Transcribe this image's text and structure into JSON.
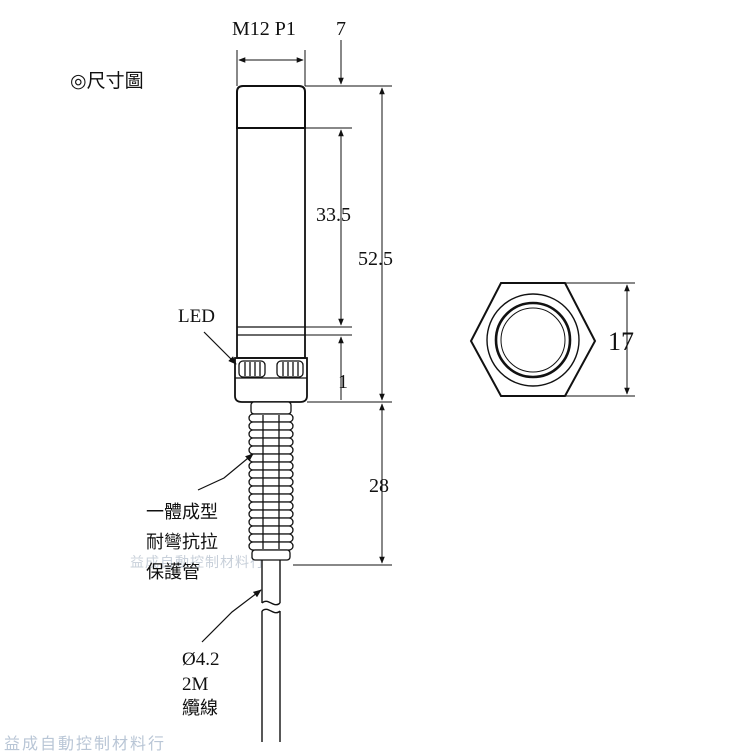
{
  "title": "◎尺寸圖",
  "dimensions": {
    "thread": "M12 P1",
    "nut_width": "7",
    "body_length": "33.5",
    "total_length": "52.5",
    "led_gap": "1",
    "protector_length": "28",
    "hex_size": "17"
  },
  "labels": {
    "led": "LED",
    "protector_line1": "一體成型",
    "protector_line2": "耐彎抗拉",
    "protector_line3": "保護管",
    "cable_diameter": "Ø4.2",
    "cable_length": "2M",
    "cable_name": "纜線"
  },
  "watermark": "益成自動控制材料行",
  "watermark_faint": "益成自動控制材料行",
  "colors": {
    "line": "#111111",
    "watermark": "#b9c6d6"
  }
}
